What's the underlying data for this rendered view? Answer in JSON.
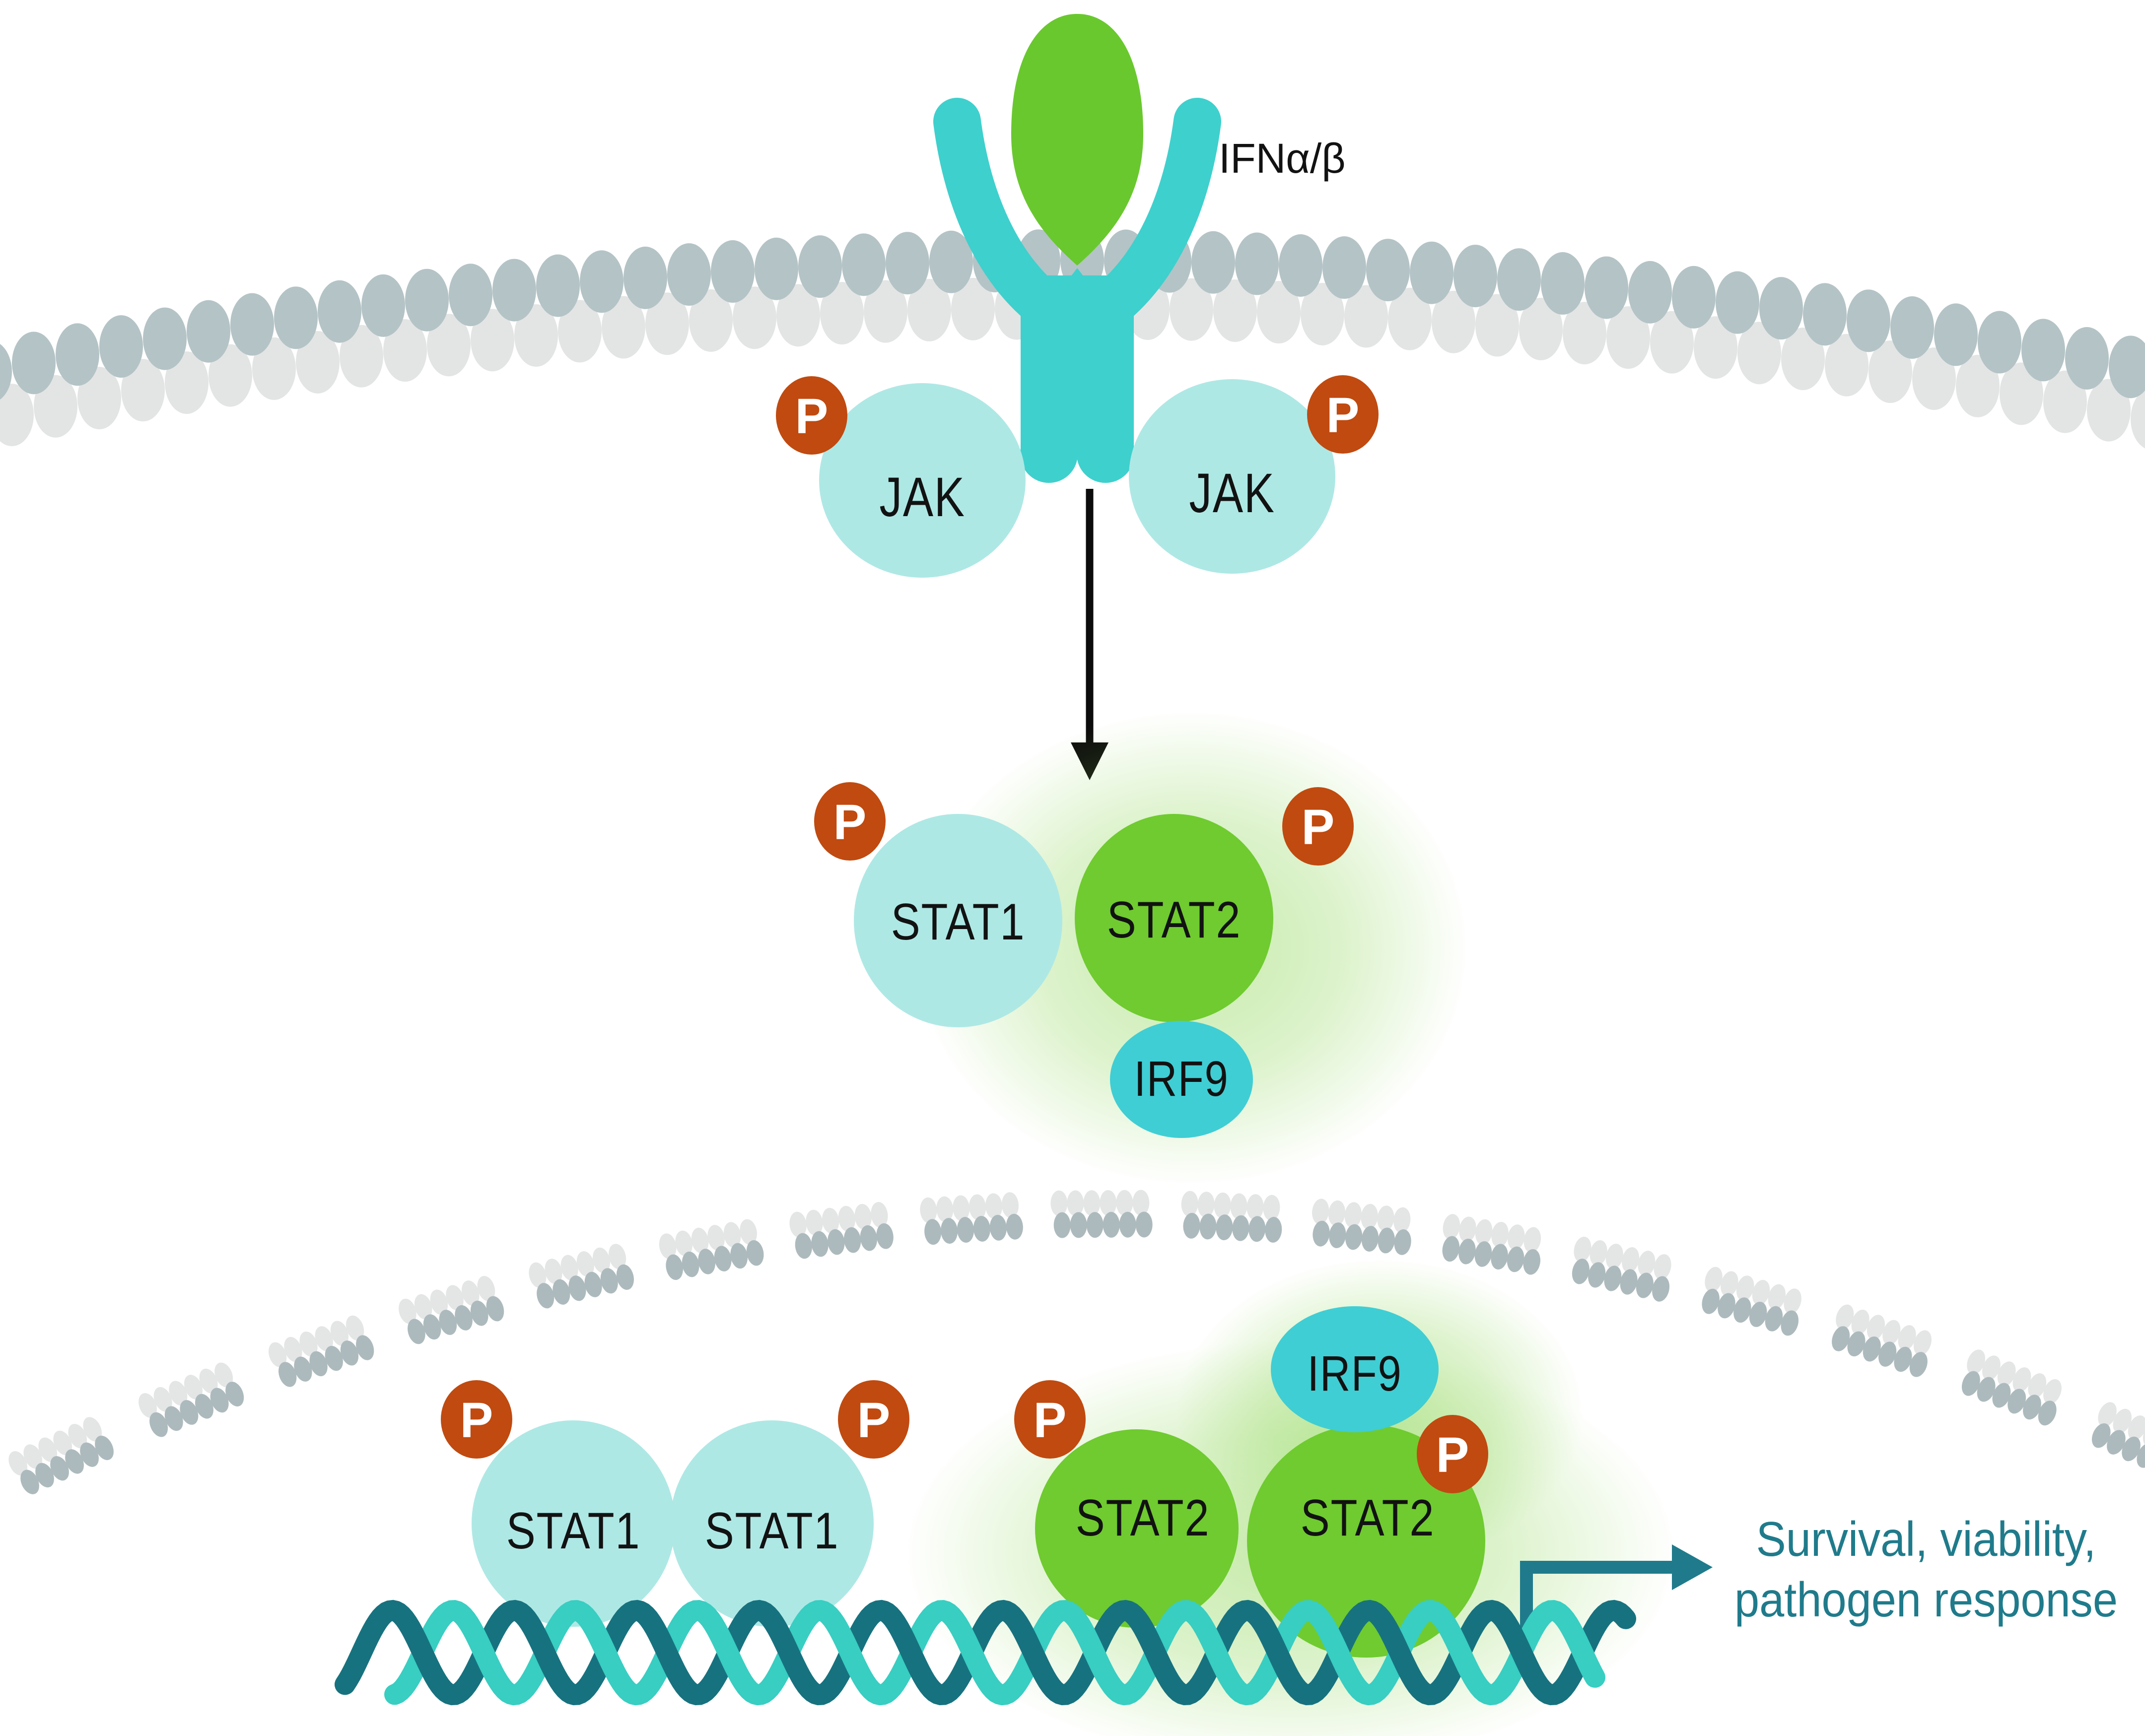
{
  "diagram": {
    "ligand_label": "IFNα/β",
    "phospho_label": "P",
    "jak_pair": {
      "left_label": "JAK",
      "right_label": "JAK"
    },
    "cytoplasmic_complex": {
      "stat1_label": "STAT1",
      "stat2_label": "STAT2",
      "irf9_label": "IRF9"
    },
    "nuclear_stat1_dimer": {
      "left_label": "STAT1",
      "right_label": "STAT1"
    },
    "nuclear_isgf3_complex": {
      "stat2_left_label": "STAT2",
      "stat2_right_label": "STAT2",
      "irf9_label": "IRF9"
    },
    "transcription_output": {
      "line1": "Survival, viability,",
      "line2": "pathogen response"
    }
  },
  "colors": {
    "receptor_teal": "#3ed0cd",
    "ligand_green": "#69c82e",
    "jak_stat1_cyan": "#aee8e5",
    "stat2_green": "#6fcb2f",
    "irf9_teal": "#3fced4",
    "phospho_orange": "#c04a10",
    "membrane_outer_gray": "#b4c3c6",
    "membrane_inner_gray": "#e3e5e4",
    "nuclear_light_gray": "#e4e6e5",
    "nuclear_dark_gray": "#adbabd",
    "dna_light_teal": "#38cec2",
    "dna_dark_teal": "#17727f",
    "glow_green": "#8dd656",
    "arrow_black": "#0c0c0c",
    "output_teal": "#1f7b8b"
  }
}
